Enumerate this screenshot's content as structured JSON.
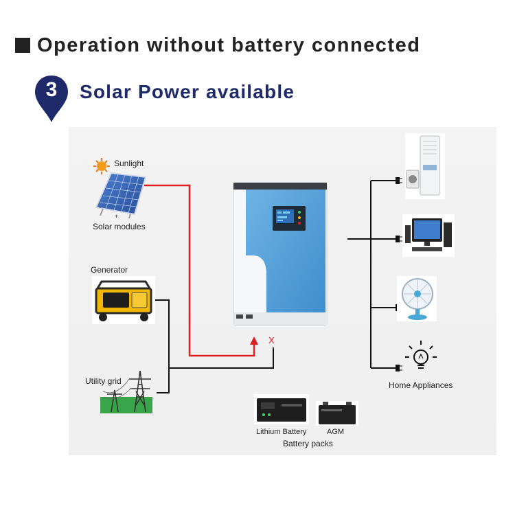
{
  "header": {
    "title": "Operation without battery connected",
    "step_number": "3",
    "subtitle": "Solar Power available"
  },
  "diagram": {
    "sources": {
      "sunlight": "Sunlight",
      "solar_modules": "Solar modules",
      "minus_sign": "-",
      "plus_sign": "+",
      "generator": "Generator",
      "utility_grid": "Utility grid"
    },
    "disconnected_marker": "X",
    "loads_label": "Home Appliances",
    "battery": {
      "lithium": "Lithium Battery",
      "agm": "AGM",
      "packs": "Battery packs"
    }
  },
  "colors": {
    "solar_line": "#e02020",
    "ac_line": "#111111",
    "subtitle": "#1f2a6b",
    "pin": "#1f2a6b",
    "inverter_blue": "#4a9ad6"
  }
}
